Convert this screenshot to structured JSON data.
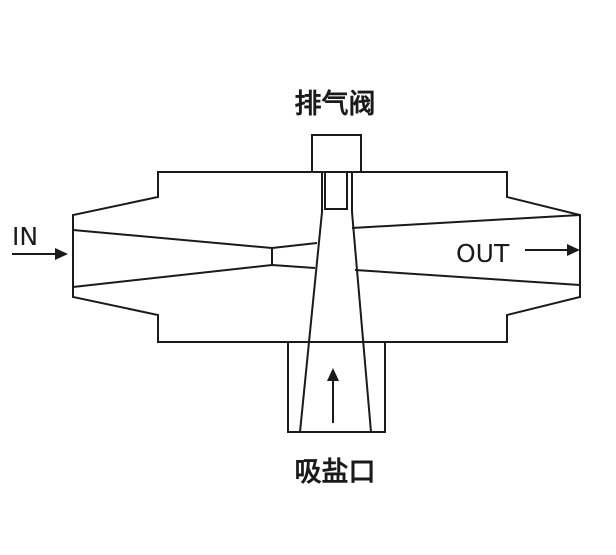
{
  "labels": {
    "exhaust_valve": "排气阀",
    "inlet": "IN",
    "outlet": "OUT",
    "suction_port": "吸盐口"
  },
  "colors": {
    "stroke": "#1a1a1a",
    "fill": "#ffffff"
  }
}
